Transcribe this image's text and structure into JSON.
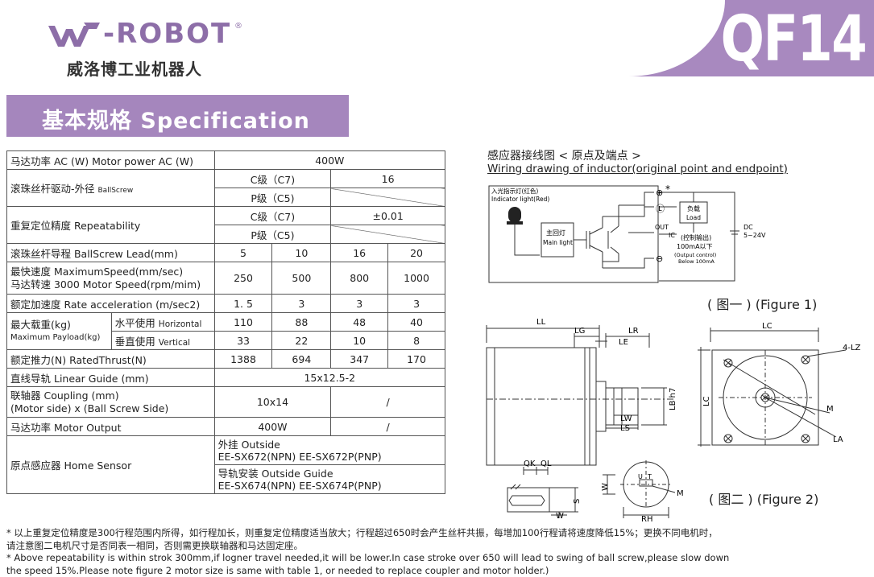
{
  "header": {
    "brand": "-ROBOT",
    "reg": "®",
    "cn_name": "威洛博工业机器人",
    "model": "QF14"
  },
  "section": {
    "title": "基本规格  Specification"
  },
  "spec": {
    "motor_power_label": "马达功率 AC (W)  Motor power AC (W)",
    "motor_power_value": "400W",
    "ballscrew_label": "滚珠丝杆驱动-外径",
    "ballscrew_label_en": "BallScrew",
    "c_grade": "C级（C7)",
    "p_grade": "P级（C5)",
    "ballscrew_c7": "16",
    "repeat_label": "重复定位精度 Repeatability",
    "repeat_c7": "±0.01",
    "lead_label": "滚珠丝杆导程 BallScrew Lead(mm)",
    "leads": [
      "5",
      "10",
      "16",
      "20"
    ],
    "speed_label_1": "最快速度 MaximumSpeed(mm/sec)",
    "speed_label_2": "马达转速 3000 Motor Speed(rpm/mim)",
    "speeds": [
      "250",
      "500",
      "800",
      "1000"
    ],
    "accel_label": "额定加速度 Rate acceleration (m/sec2)",
    "accels": [
      "1. 5",
      "3",
      "3",
      "3"
    ],
    "payload_label_1": "最大载重(kg)",
    "payload_label_2": "Maximum Payload(kg)",
    "horizontal_label": "水平使用",
    "horizontal_en": "Horizontal",
    "vertical_label": "垂直使用",
    "vertical_en": "Vertical",
    "horizontal": [
      "110",
      "88",
      "48",
      "40"
    ],
    "vertical": [
      "33",
      "22",
      "10",
      "8"
    ],
    "thrust_label": "额定推力(N)  RatedThrust(N)",
    "thrust": [
      "1388",
      "694",
      "347",
      "170"
    ],
    "guide_label": "直线导轨  Linear Guide (mm)",
    "guide_value": "15x12.5-2",
    "coupling_label_1": "联轴器 Coupling (mm)",
    "coupling_label_2": "(Motor side) x (Ball Screw Side)",
    "coupling_value": "10x14",
    "coupling_alt": "/",
    "output_label": "马达功率    Motor Output",
    "output_value": "400W",
    "output_alt": "/",
    "home_label": "原点感应器  Home Sensor",
    "home_1_title": "外挂 Outside",
    "home_1_models": "EE-SX672(NPN)   EE-SX672P(PNP)",
    "home_2_title": "导轨安装 Outside Guide",
    "home_2_models": "EE-SX674(NPN)   EE-SX674P(PNP)"
  },
  "wiring": {
    "title": "感应器接线图 < 原点及端点 >",
    "subtitle": "Wiring drawing of inductor(original point and endpoint)",
    "indicator_cn": "入光指示灯(红色)",
    "indicator_en": "Indicator light(Red)",
    "main_cn": "主回灯",
    "main_en": "Main light",
    "load_cn": "负载",
    "load_en": "Load",
    "out": "OUT",
    "ic": "IC",
    "ctrl_cn": "(控制输出)",
    "ctrl_val": "100mA以下",
    "ctrl_en": "(Output control)",
    "ctrl_below": "Below 100mA",
    "dc": "DC",
    "dc_range": "5~24V",
    "plus": "⊕",
    "star": "*",
    "l": "Ⓛ",
    "minus": "⊖"
  },
  "figures": {
    "fig1": "( 图一 ) (Figure  1)",
    "fig2": "( 图二 ) (Figure  2)",
    "LL": "LL",
    "LG": "LG",
    "LR": "LR",
    "LE": "LE",
    "LW": "LW",
    "LS": "LS",
    "LB": "LB h7",
    "LC": "LC",
    "LC2": "LC",
    "LZ": "4-LZ",
    "M": "M",
    "LA": "LA",
    "QK": "QK",
    "QL": "QL",
    "S": "S",
    "W": "W",
    "W2": "W",
    "U": "U",
    "T": "T",
    "M2": "M",
    "RH": "RH"
  },
  "notes": {
    "cn_1": "* 以上重复定位精度是300行程范围内所得，如行程加长，则重复定位精度适当放大；行程超过650时会产生丝杆共振，每增加100行程请将速度降低15%；更换不同电机时，",
    "cn_2": "   请注意图二电机尺寸是否同表一相同，否则需更换联轴器和马达固定座。",
    "en_1": "* Above repeatability is within strok 300mm,if logner travel needed,it will be lower.In case stroke over 650 will lead to swing of ball screw,please slow down",
    "en_2": "   the speed 15%.Please note figure 2 motor size is same with table 1, or needed to replace coupler and motor holder.)"
  }
}
